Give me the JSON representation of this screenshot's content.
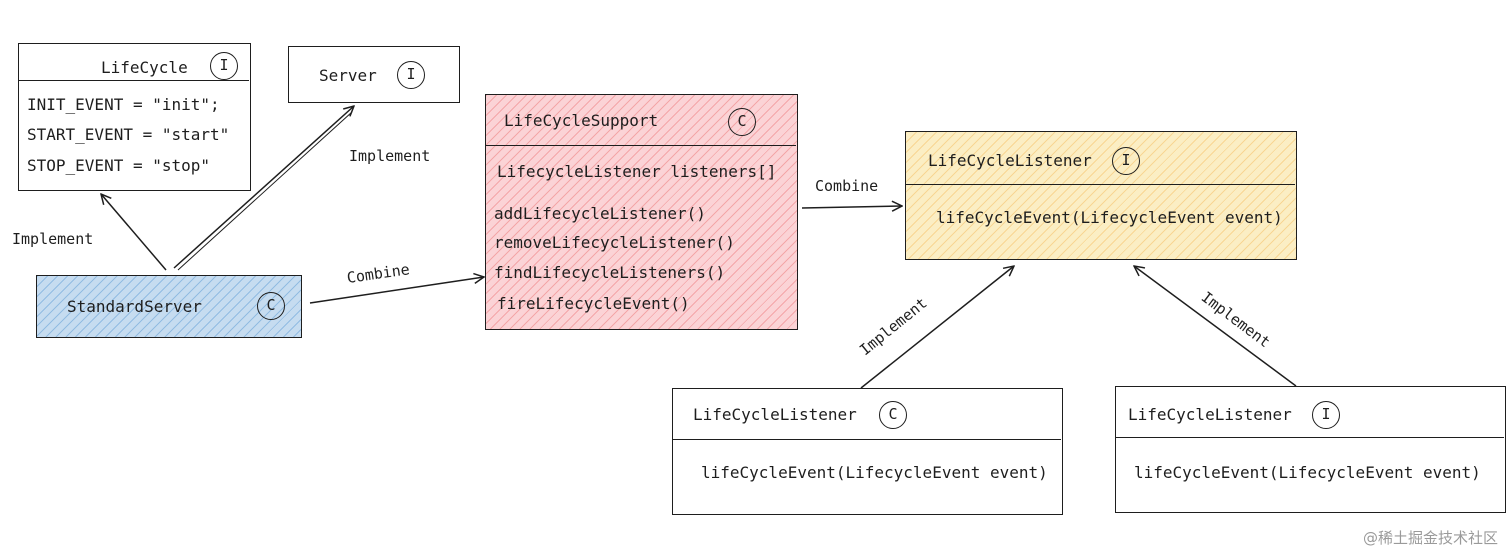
{
  "nodes": {
    "lifecycle": {
      "title": "LifeCycle",
      "badge": "I",
      "fields": [
        "INIT_EVENT = \"init\";",
        "START_EVENT = \"start\"",
        "STOP_EVENT = \"stop\""
      ]
    },
    "server": {
      "title": "Server",
      "badge": "I"
    },
    "standard_server": {
      "title": "StandardServer",
      "badge": "C"
    },
    "lifecycle_support": {
      "title": "LifeCycleSupport",
      "badge": "C",
      "field": "LifecycleListener listeners[]",
      "methods": [
        "addLifecycleListener()",
        "removeLifecycleListener()",
        "findLifecycleListeners()",
        "fireLifecycleEvent()"
      ]
    },
    "listener_top": {
      "title": "LifeCycleListener",
      "badge": "I",
      "method": "lifeCycleEvent(LifecycleEvent event)"
    },
    "listener_class": {
      "title": "LifeCycleListener",
      "badge": "C",
      "method": "lifeCycleEvent(LifecycleEvent event)"
    },
    "listener_interface": {
      "title": "LifeCycleListener",
      "badge": "I",
      "method": "lifeCycleEvent(LifecycleEvent event)"
    }
  },
  "edges": {
    "std_to_lifecycle": "Implement",
    "std_to_server": "Implement",
    "std_to_support": "Combine",
    "support_to_listener": "Combine",
    "class_to_listener": "Implement",
    "interface_to_listener": "Implement"
  },
  "colors": {
    "stroke": "#1e1e1e",
    "support_fill": "#fbd3d6",
    "standard_server_fill": "#c6dcf0",
    "listener_fill": "#fbeec4"
  },
  "watermark": "@稀土掘金技术社区"
}
